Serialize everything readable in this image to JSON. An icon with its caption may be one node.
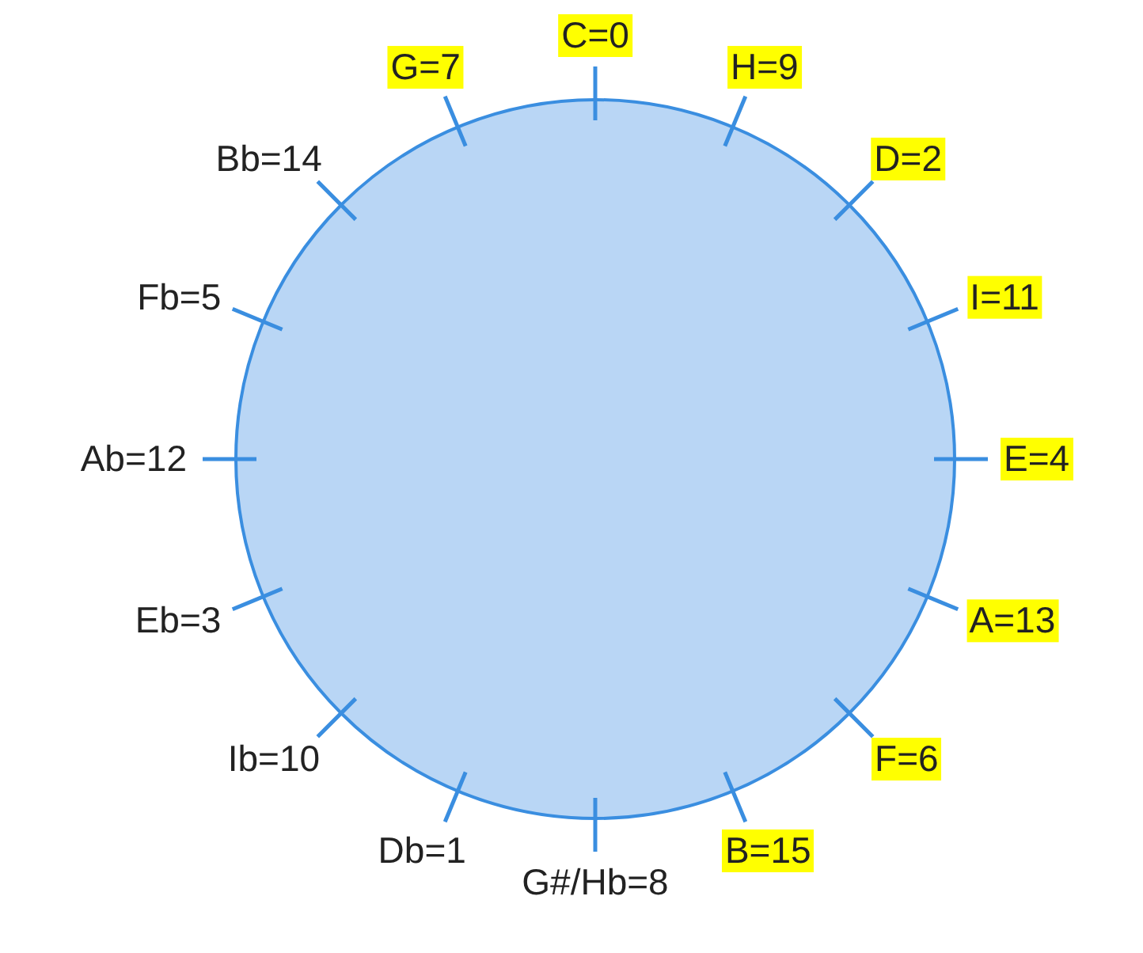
{
  "diagram": {
    "nodes": [
      {
        "text": [],
        "shape": "circle"
      }
    ],
    "edges": [],
    "labels": [
      "C=0",
      "H=9",
      "D=2",
      "I=11",
      "E=4",
      "A=13",
      "F=6",
      "B=15",
      "G#/Hb=8",
      "Db=1",
      "Ib=10",
      "Eb=3",
      "Ab=12",
      "Fb=5",
      "Bb=14",
      "G=7"
    ]
  }
}
